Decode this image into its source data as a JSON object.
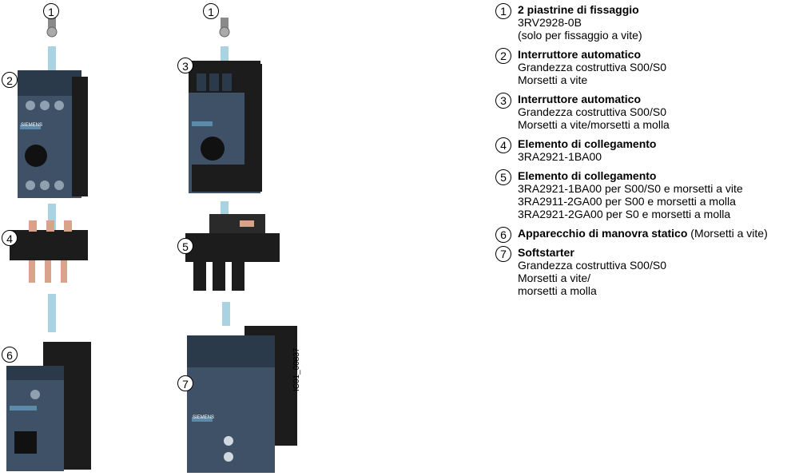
{
  "callouts": [
    "1",
    "2",
    "3",
    "4",
    "5",
    "6",
    "7"
  ],
  "legend": [
    {
      "num": "1",
      "title": "2 piastrine di fissaggio",
      "lines": [
        "3RV2928-0B",
        "(solo per fissaggio a vite)"
      ]
    },
    {
      "num": "2",
      "title": "Interruttore automatico",
      "lines": [
        "Grandezza costruttiva S00/S0",
        "Morsetti a vite"
      ]
    },
    {
      "num": "3",
      "title": "Interruttore automatico",
      "lines": [
        "Grandezza costruttiva S00/S0",
        "Morsetti a vite/morsetti a molla"
      ]
    },
    {
      "num": "4",
      "title": "Elemento di collegamento",
      "lines": [
        "3RA2921-1BA00"
      ]
    },
    {
      "num": "5",
      "title": "Elemento di collegamento",
      "lines": [
        "3RA2921-1BA00 per S00/S0 e morsetti a vite",
        "3RA2911-2GA00 per S00 e morsetti a molla",
        "3RA2921-2GA00 per S0 e morsetti a molla"
      ]
    },
    {
      "num": "6",
      "title": "Apparecchio di manovra statico",
      "suffix": " (Morsetti a vite)",
      "lines": []
    },
    {
      "num": "7",
      "title": "Softstarter",
      "lines": [
        "Grandezza costruttiva S00/S0",
        "Morsetti a vite/",
        "morsetti a molla"
      ]
    }
  ],
  "brand_label": "SIEMENS",
  "figure_id": "IC01_00837",
  "colors": {
    "device": "#3f5166",
    "device_dark": "#2b3a4b",
    "housing": "#1c1c1c",
    "connector": "#a9d3e0",
    "copper": "#d9a28a"
  }
}
